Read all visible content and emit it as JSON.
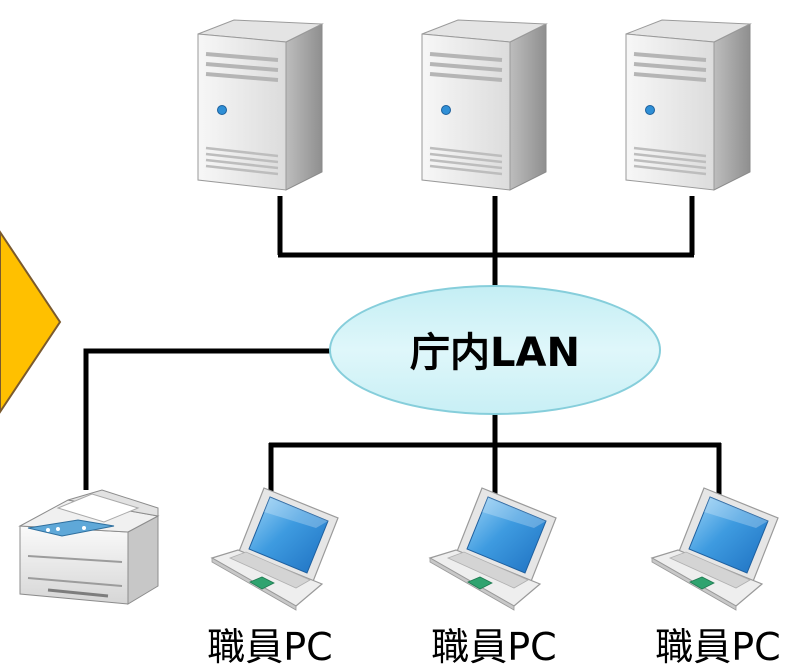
{
  "network": {
    "label": "庁内LAN"
  },
  "servers": [
    {
      "icon": "server-icon"
    },
    {
      "icon": "server-icon"
    },
    {
      "icon": "server-icon"
    }
  ],
  "pcs": [
    {
      "icon": "laptop-icon",
      "label": "職員PC"
    },
    {
      "icon": "laptop-icon",
      "label": "職員PC"
    },
    {
      "icon": "laptop-icon",
      "label": "職員PC"
    }
  ],
  "printer": {
    "icon": "multifunction-printer-icon"
  },
  "colors": {
    "arrow_fill": "#FFC000",
    "arrow_stroke": "#7A5A2E",
    "cloud_fill": "#D2F2F7",
    "cloud_stroke": "#86CEDB",
    "line": "#000000",
    "screen": "#3E9BE0",
    "server_body": "#E9E9E9"
  }
}
